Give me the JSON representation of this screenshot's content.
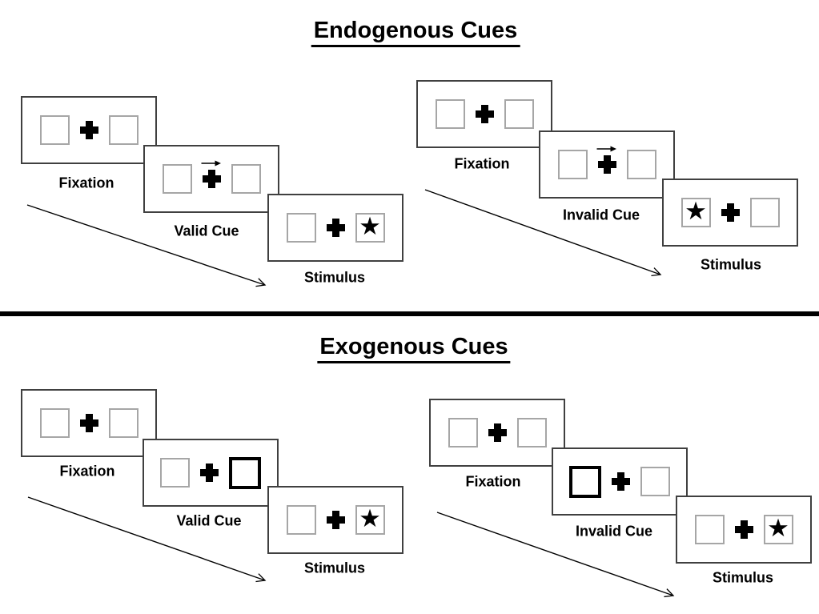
{
  "colors": {
    "background": "#ffffff",
    "panel_border": "#404040",
    "placeholder_box_border": "#a6a6a6",
    "ink": "#000000"
  },
  "icons": {
    "star": "★",
    "fixation_cross": "plus-shape",
    "endogenous_cue": "small-right-arrow",
    "exogenous_cue": "thick-black-box-outline"
  },
  "sections": [
    {
      "title": "Endogenous Cues",
      "groups": [
        {
          "name": "valid-trial",
          "panels": [
            {
              "label": "Fixation",
              "kind": "fixation"
            },
            {
              "label": "Valid Cue",
              "kind": "cue",
              "cue": "central-arrow-right"
            },
            {
              "label": "Stimulus",
              "kind": "stimulus",
              "star_side": "right"
            }
          ]
        },
        {
          "name": "invalid-trial",
          "panels": [
            {
              "label": "Fixation",
              "kind": "fixation"
            },
            {
              "label": "Invalid Cue",
              "kind": "cue",
              "cue": "central-arrow-right"
            },
            {
              "label": "Stimulus",
              "kind": "stimulus",
              "star_side": "left"
            }
          ]
        }
      ]
    },
    {
      "title": "Exogenous Cues",
      "groups": [
        {
          "name": "valid-trial",
          "panels": [
            {
              "label": "Fixation",
              "kind": "fixation"
            },
            {
              "label": "Valid Cue",
              "kind": "cue",
              "cue": "highlight-box-right"
            },
            {
              "label": "Stimulus",
              "kind": "stimulus",
              "star_side": "right"
            }
          ]
        },
        {
          "name": "invalid-trial",
          "panels": [
            {
              "label": "Fixation",
              "kind": "fixation"
            },
            {
              "label": "Invalid Cue",
              "kind": "cue",
              "cue": "highlight-box-left"
            },
            {
              "label": "Stimulus",
              "kind": "stimulus",
              "star_side": "right"
            }
          ]
        }
      ]
    }
  ]
}
